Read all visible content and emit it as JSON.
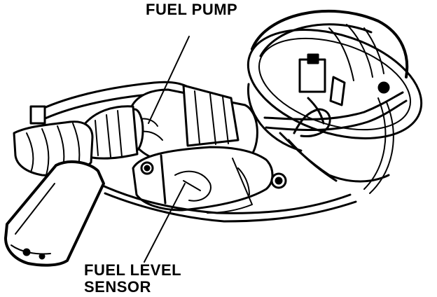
{
  "labels": {
    "fuel_pump": "FUEL PUMP",
    "fuel_level_line1": "FUEL LEVEL",
    "fuel_level_line2": "SENSOR"
  },
  "colors": {
    "ink": "#000000",
    "paper": "#ffffff"
  }
}
